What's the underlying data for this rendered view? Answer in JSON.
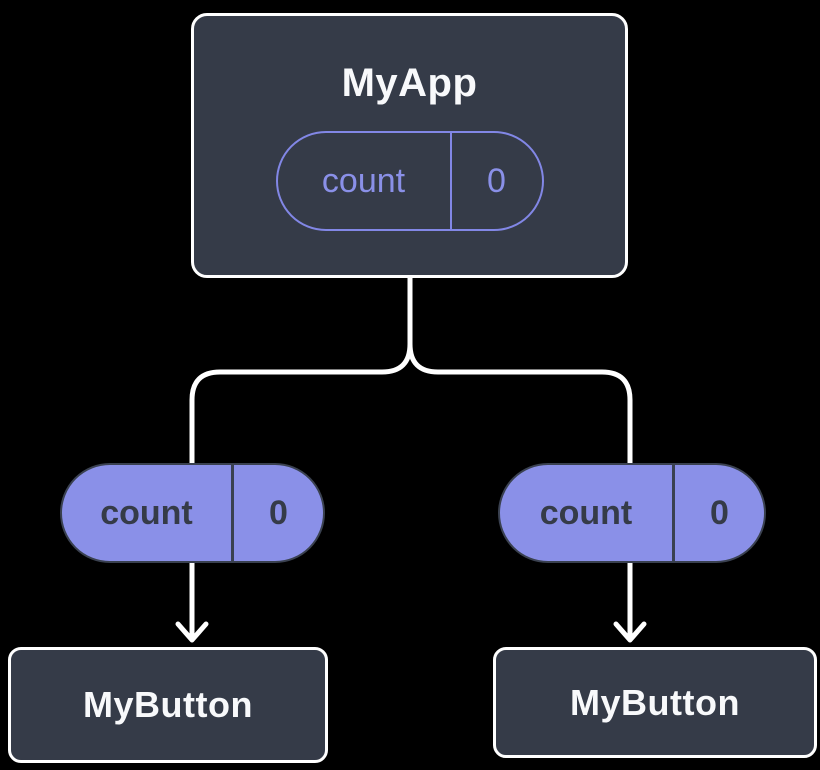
{
  "colors": {
    "background": "#000000",
    "node_fill": "#353b48",
    "node_border": "#ffffff",
    "accent": "#8a90e8",
    "accent_outline": "#8287e6",
    "pill_dark_border": "#3a4150",
    "pill_dark_text": "#353b48",
    "wire": "#ffffff"
  },
  "diagram": {
    "root": {
      "title": "MyApp",
      "state": {
        "name": "count",
        "value": "0"
      }
    },
    "children": [
      {
        "title": "MyButton",
        "state": {
          "name": "count",
          "value": "0"
        }
      },
      {
        "title": "MyButton",
        "state": {
          "name": "count",
          "value": "0"
        }
      }
    ]
  }
}
